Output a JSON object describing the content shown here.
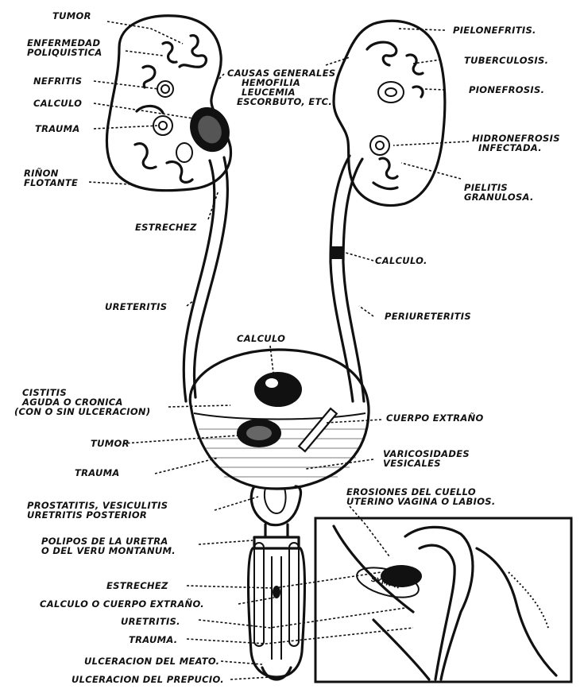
{
  "labels": {
    "tumor_kidney": "TUMOR",
    "enfermedad_1": "ENFERMEDAD",
    "enfermedad_2": "POLIQUISTICA",
    "nefritis": "NEFRITIS",
    "calculo_kidney": "CALCULO",
    "trauma_kidney": "TRAUMA",
    "rinon_1": "RIÑON",
    "rinon_2": "FLOTANTE",
    "causas_1": "CAUSAS GENERALES",
    "causas_2": "HEMOFILIA",
    "causas_3": "LEUCEMIA",
    "causas_4": "ESCORBUTO, ETC.",
    "pielonefritis": "PIELONEFRITIS.",
    "tuberculosis": "TUBERCULOSIS.",
    "pionefrosis": "PIONEFROSIS.",
    "hidronefrosis_1": "HIDRONEFROSIS",
    "hidronefrosis_2": "INFECTADA.",
    "pielitis_1": "PIELITIS",
    "pielitis_2": "GRANULOSA.",
    "estrechez_ureter": "ESTRECHEZ",
    "calculo_ureter": "CALCULO.",
    "ureteritis": "URETERITIS",
    "periureteritis": "PERIURETERITIS",
    "calculo_bladder": "CALCULO",
    "cistitis_1": "CISTITIS",
    "cistitis_2": "AGUDA O CRONICA",
    "cistitis_3": "(CON O SIN ULCERACION)",
    "tumor_bladder": "TUMOR",
    "trauma_bladder": "TRAUMA",
    "cuerpo_extrano": "CUERPO EXTRAÑO",
    "varicosidades_1": "VARICOSIDADES",
    "varicosidades_2": "VESICALES",
    "prostatitis_1": "PROSTATITIS, VESICULITIS",
    "prostatitis_2": "URETRITIS POSTERIOR",
    "erosiones_1": "EROSIONES DEL CUELLO",
    "erosiones_2": "UTERINO VAGINA O LABIOS.",
    "polipos_1": "POLIPOS DE LA URETRA",
    "polipos_2": "O DEL VERU MONTANUM.",
    "estrechez_urethra": "ESTRECHEZ",
    "calculo_urethra": "CALCULO O CUERPO EXTRAÑO.",
    "uretritis": "URETRITIS.",
    "trauma_urethra": "TRAUMA.",
    "ulceracion_meato": "ULCERACION DEL MEATO.",
    "ulceracion_prepucio": "ULCERACION DEL PREPUCIO.",
    "symph": "SYMPH"
  }
}
